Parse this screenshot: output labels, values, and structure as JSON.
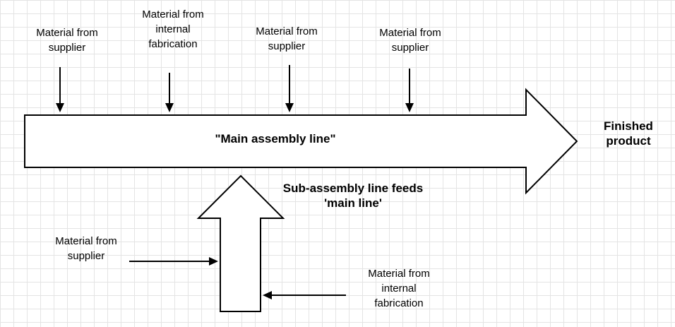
{
  "canvas": {
    "background_color": "#ffffff",
    "grid_color": "#e4e4e4",
    "shape_fill": "#ffffff",
    "shape_stroke": "#000000",
    "text_color": "#000000"
  },
  "main_line": {
    "label": "\"Main assembly line\"",
    "output_label": "Finished\nproduct"
  },
  "top_inputs": [
    {
      "label": "Material from\nsupplier"
    },
    {
      "label": "Material from\ninternal\nfabrication"
    },
    {
      "label": "Material from\nsupplier"
    },
    {
      "label": "Material from\nsupplier"
    }
  ],
  "sub_assembly": {
    "label": "Sub-assembly line feeds\n'main line'",
    "left_input_label": "Material from\nsupplier",
    "right_input_label": "Material from\ninternal\nfabrication"
  }
}
